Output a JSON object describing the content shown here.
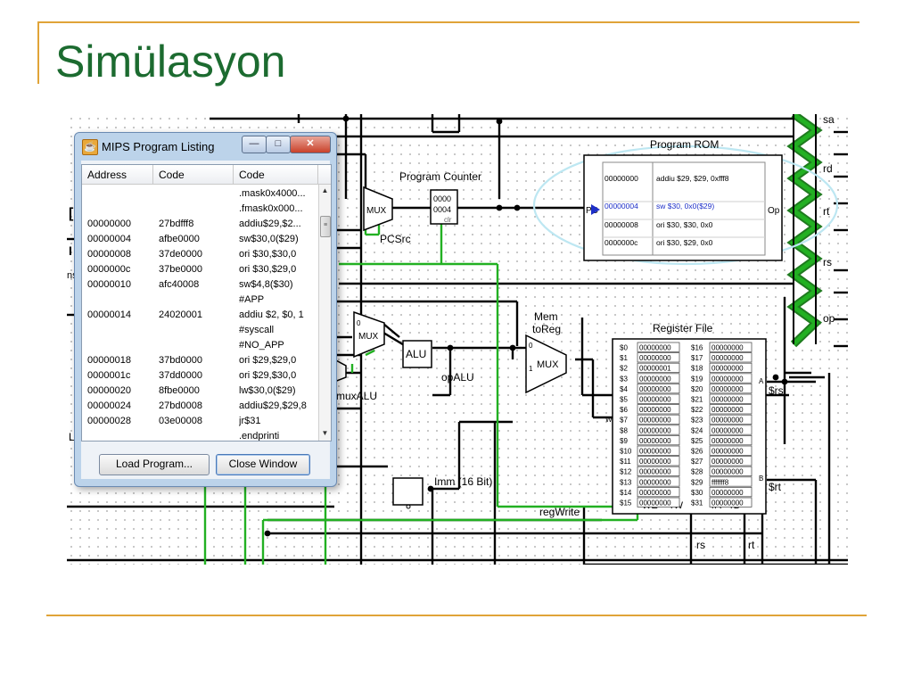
{
  "slide": {
    "title": "Simülasyon"
  },
  "circuit": {
    "labels": {
      "program_counter": "Program Counter",
      "pc_value_1": "0000",
      "pc_value_2": "0004",
      "pc_clr": "clr",
      "pcsrc": "PCSrc",
      "mux": "MUX",
      "alu": "ALU",
      "opalu": "opALU",
      "muxalu": "muxALU",
      "mem_to_reg_1": "Mem",
      "mem_to_reg_2": "toReg",
      "mux_in0": "0",
      "mux_in1": "1",
      "imm": "Imm (16 Bit)",
      "regwrite": "regWrite",
      "program_rom": "Program ROM",
      "pc": "PC",
      "op": "Op",
      "register_file": "Register File",
      "rs_out": "$rs",
      "rt_out": "$rt",
      "port_a": "A",
      "port_b": "B",
      "port_w": "W",
      "we": "WE",
      "rw": "rW",
      "ra": "rA",
      "rb": "rB",
      "rs_bottom": "rs",
      "rt_bottom": "rt",
      "split_sa": "sa",
      "split_rd": "rd",
      "split_rt": "rt",
      "split_rs": "rs",
      "split_op": "op",
      "left_edge_1": "[",
      "left_edge_2": "I",
      "left_edge_3": "ns",
      "left_edge_4": "L"
    },
    "rom": [
      {
        "addr": "00000000",
        "instr": "addiu $29, $29, 0xfff8"
      },
      {
        "addr": "00000004",
        "instr": "sw $30, 0x0($29)"
      },
      {
        "addr": "00000008",
        "instr": "ori $30, $30, 0x0"
      },
      {
        "addr": "0000000c",
        "instr": "ori $30, $29, 0x0"
      }
    ],
    "registers_left": [
      {
        "name": "$0",
        "value": "00000000"
      },
      {
        "name": "$1",
        "value": "00000000"
      },
      {
        "name": "$2",
        "value": "00000001"
      },
      {
        "name": "$3",
        "value": "00000000"
      },
      {
        "name": "$4",
        "value": "00000000"
      },
      {
        "name": "$5",
        "value": "00000000"
      },
      {
        "name": "$6",
        "value": "00000000"
      },
      {
        "name": "$7",
        "value": "00000000"
      },
      {
        "name": "$8",
        "value": "00000000"
      },
      {
        "name": "$9",
        "value": "00000000"
      },
      {
        "name": "$10",
        "value": "00000000"
      },
      {
        "name": "$11",
        "value": "00000000"
      },
      {
        "name": "$12",
        "value": "00000000"
      },
      {
        "name": "$13",
        "value": "00000000"
      },
      {
        "name": "$14",
        "value": "00000000"
      },
      {
        "name": "$15",
        "value": "00000000"
      }
    ],
    "registers_right": [
      {
        "name": "$16",
        "value": "00000000"
      },
      {
        "name": "$17",
        "value": "00000000"
      },
      {
        "name": "$18",
        "value": "00000000"
      },
      {
        "name": "$19",
        "value": "00000000"
      },
      {
        "name": "$20",
        "value": "00000000"
      },
      {
        "name": "$21",
        "value": "00000000"
      },
      {
        "name": "$22",
        "value": "00000000"
      },
      {
        "name": "$23",
        "value": "00000000"
      },
      {
        "name": "$24",
        "value": "00000000"
      },
      {
        "name": "$25",
        "value": "00000000"
      },
      {
        "name": "$26",
        "value": "00000000"
      },
      {
        "name": "$27",
        "value": "00000000"
      },
      {
        "name": "$28",
        "value": "00000000"
      },
      {
        "name": "$29",
        "value": "fffffff8"
      },
      {
        "name": "$30",
        "value": "00000000"
      },
      {
        "name": "$31",
        "value": "00000000"
      }
    ]
  },
  "window": {
    "title": "MIPS Program Listing",
    "icon": "java-app-icon",
    "controls": {
      "minimize": "—",
      "maximize": "□",
      "close": "✕"
    },
    "columns": [
      "Address",
      "Code",
      "Code"
    ],
    "rows": [
      {
        "address": "",
        "code": "",
        "source": ".mask0x4000..."
      },
      {
        "address": "",
        "code": "",
        "source": ".fmask0x000..."
      },
      {
        "address": "00000000",
        "code": "27bdfff8",
        "source": "addiu$29,$2..."
      },
      {
        "address": "00000004",
        "code": "afbe0000",
        "source": "sw$30,0($29)"
      },
      {
        "address": "00000008",
        "code": "37de0000",
        "source": "ori $30,$30,0"
      },
      {
        "address": "0000000c",
        "code": "37be0000",
        "source": "ori $30,$29,0"
      },
      {
        "address": "00000010",
        "code": "afc40008",
        "source": "sw$4,8($30)"
      },
      {
        "address": "",
        "code": "",
        "source": "#APP"
      },
      {
        "address": "00000014",
        "code": "24020001",
        "source": "addiu $2, $0, 1"
      },
      {
        "address": "",
        "code": "",
        "source": "#syscall"
      },
      {
        "address": "",
        "code": "",
        "source": "#NO_APP"
      },
      {
        "address": "00000018",
        "code": "37bd0000",
        "source": "ori $29,$29,0"
      },
      {
        "address": "0000001c",
        "code": "37dd0000",
        "source": "ori $29,$30,0"
      },
      {
        "address": "00000020",
        "code": "8fbe0000",
        "source": "lw$30,0($29)"
      },
      {
        "address": "00000024",
        "code": "27bd0008",
        "source": "addiu$29,$29,8"
      },
      {
        "address": "00000028",
        "code": "03e00008",
        "source": "jr$31"
      },
      {
        "address": "",
        "code": "",
        "source": ".endprinti"
      }
    ],
    "scroll": {
      "up": "▲",
      "down": "▼",
      "thumb": "≡"
    },
    "buttons": {
      "load": "Load Program...",
      "close": "Close Window"
    }
  },
  "colors": {
    "title": "#1c6b30",
    "accent_rule": "#e0a438",
    "active_wire": "#22b022",
    "pc_arrow": "#1d2fc8",
    "ellipse": "#bde7f2"
  }
}
